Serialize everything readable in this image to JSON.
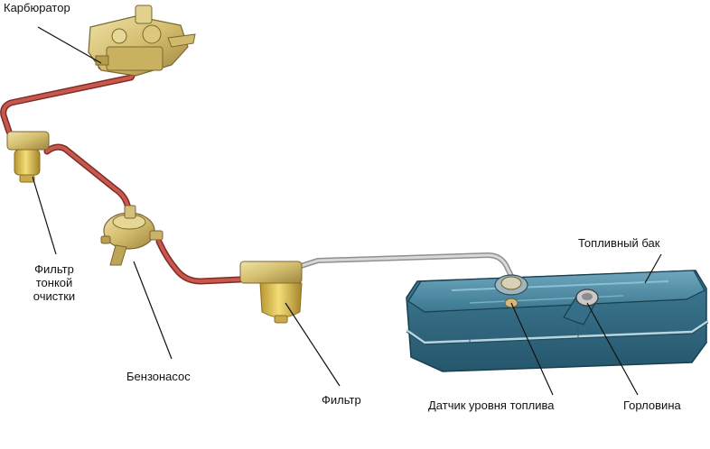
{
  "labels": {
    "carburetor": "Карбюратор",
    "fine_filter": [
      "Фильтр",
      "тонкой",
      "очистки"
    ],
    "fuel_pump": "Бензонасос",
    "filter": "Фильтр",
    "tank": "Топливный бак",
    "level_sensor": "Датчик уровня топлива",
    "filler_neck": "Горловина"
  },
  "colors": {
    "fuel_line": "#b0453c",
    "return_line": "#b9b9b9",
    "tank": "#3d7b93",
    "brass": "#d6c079",
    "leader": "#111111"
  }
}
